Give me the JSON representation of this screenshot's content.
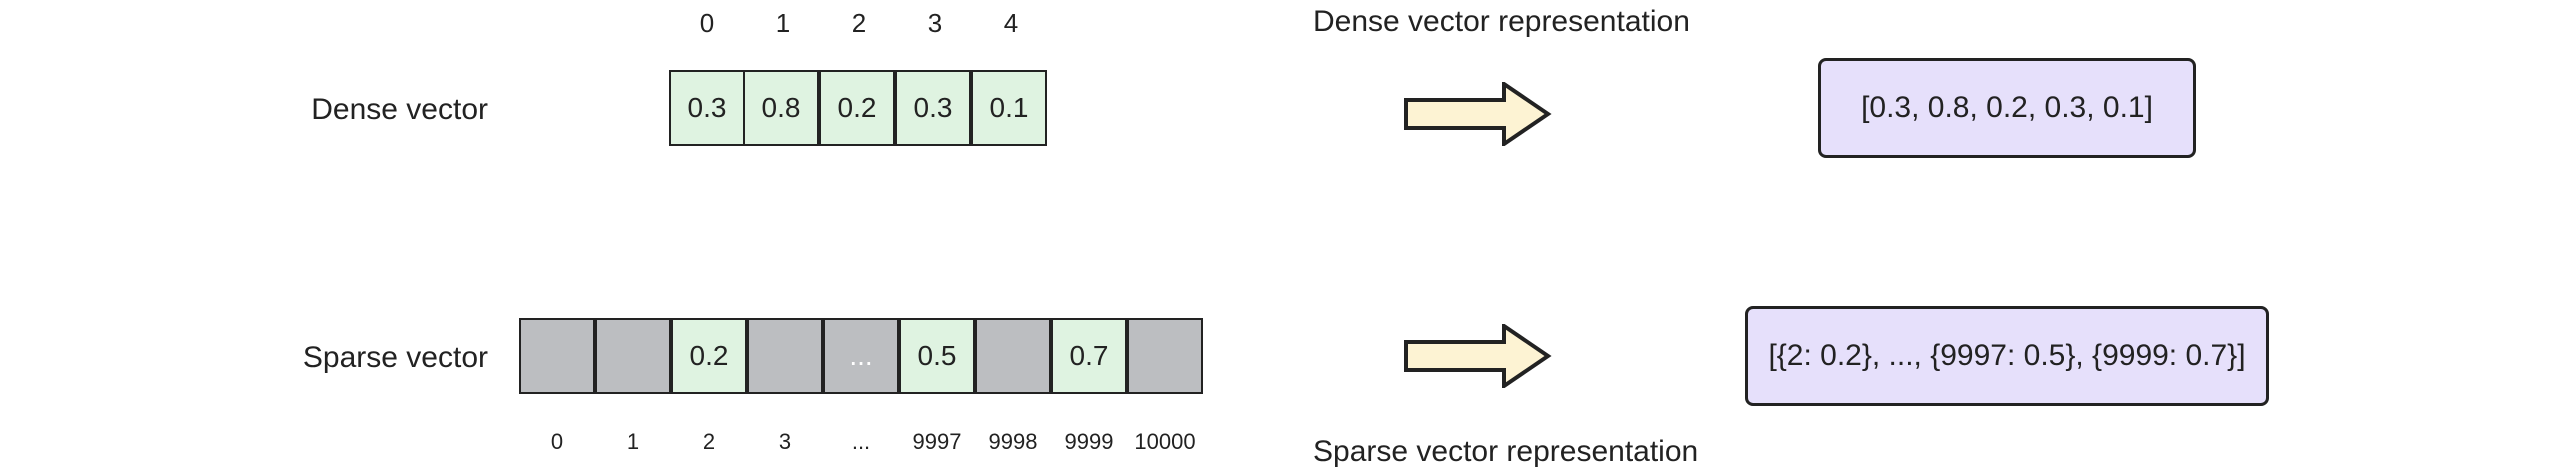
{
  "dense": {
    "label": "Dense vector",
    "indices": [
      "0",
      "1",
      "2",
      "3",
      "4"
    ],
    "values": [
      "0.3",
      "0.8",
      "0.2",
      "0.3",
      "0.1"
    ],
    "title": "Dense vector representation",
    "representation": "[0.3, 0.8, 0.2, 0.3, 0.1]"
  },
  "sparse": {
    "label": "Sparse vector",
    "cells": [
      {
        "value": "",
        "filled": false
      },
      {
        "value": "",
        "filled": false
      },
      {
        "value": "0.2",
        "filled": true
      },
      {
        "value": "",
        "filled": false
      },
      {
        "value": "...",
        "filled": false
      },
      {
        "value": "0.5",
        "filled": true
      },
      {
        "value": "",
        "filled": false
      },
      {
        "value": "0.7",
        "filled": true
      },
      {
        "value": "",
        "filled": false
      }
    ],
    "indices": [
      "0",
      "1",
      "2",
      "3",
      "...",
      "9997",
      "9998",
      "9999",
      "10000"
    ],
    "title": "Sparse vector representation",
    "representation": "[{2: 0.2}, ..., {9997: 0.5}, {9999: 0.7}]"
  },
  "colors": {
    "filled_cell": "#dff3e1",
    "empty_cell": "#bcbec1",
    "arrow_fill": "#fdf3d3",
    "representation_box": "#e6e0fb"
  },
  "icons": {
    "arrow": "right-arrow-icon"
  }
}
